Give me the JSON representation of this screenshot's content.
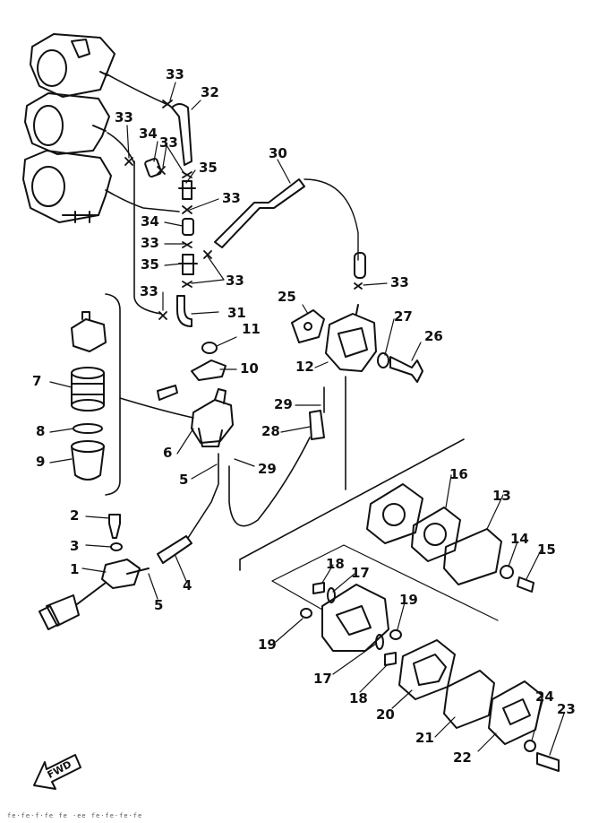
{
  "labels": {
    "n1": "1",
    "n2": "2",
    "n3": "3",
    "n4": "4",
    "n5a": "5",
    "n5b": "5",
    "n6": "6",
    "n7": "7",
    "n8": "8",
    "n9": "9",
    "n10": "10",
    "n11": "11",
    "n12": "12",
    "n13": "13",
    "n14": "14",
    "n15": "15",
    "n16": "16",
    "n17a": "17",
    "n17b": "17",
    "n18a": "18",
    "n18b": "18",
    "n19a": "19",
    "n19b": "19",
    "n20": "20",
    "n21": "21",
    "n22": "22",
    "n23": "23",
    "n24": "24",
    "n25": "25",
    "n26": "26",
    "n27": "27",
    "n28": "28",
    "n29a": "29",
    "n29b": "29",
    "n30": "30",
    "n31": "31",
    "n32": "32",
    "n33a": "33",
    "n33b": "33",
    "n33c": "33",
    "n33d": "33",
    "n33e": "33",
    "n33f": "33",
    "n33g": "33",
    "n33h": "33",
    "n34a": "34",
    "n34b": "34",
    "n35a": "35",
    "n35b": "35"
  },
  "fwd_label": "FWD",
  "footer_text": "fe·fe·f·fe fe ·ee   fe·fe·fe·fe"
}
